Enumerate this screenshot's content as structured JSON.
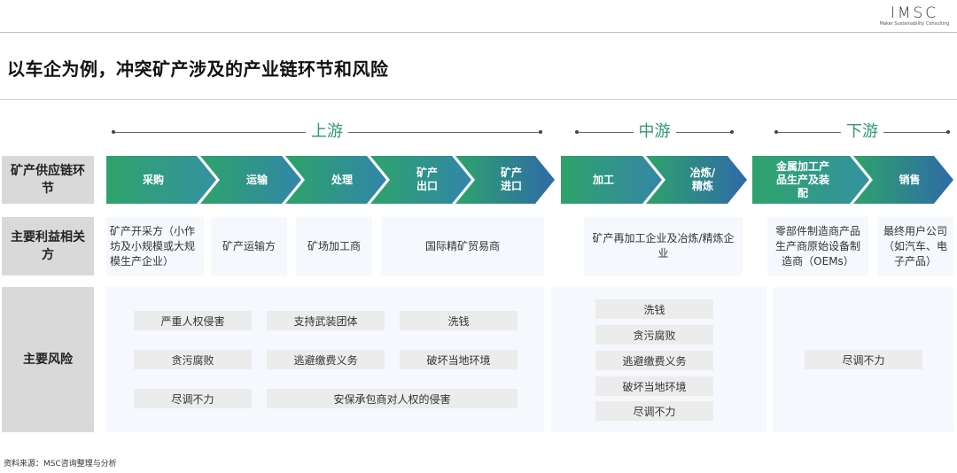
{
  "logo": {
    "mark": "IMSC",
    "subtitle": "Maker Sustainability Consulting"
  },
  "title": "以车企为例，冲突矿产涉及的产业链环节和风险",
  "stages": {
    "upstream": "上游",
    "midstream": "中游",
    "downstream": "下游"
  },
  "row_labels": {
    "chain": "矿产供应链环节",
    "stakeholders": "主要利益相关方",
    "risks": "主要风险"
  },
  "chain_steps": [
    "采购",
    "运输",
    "处理",
    "矿产\n出口",
    "矿产\n进口",
    "加工",
    "冶炼/\n精炼",
    "金属加工产\n品生产及装\n配",
    "销售"
  ],
  "stakeholders": [
    "矿产开采方（小作坊及小规模或大规模生产企业）",
    "矿产运输方",
    "矿场加工商",
    "国际精矿贸易商",
    "矿产再加工企业及冶炼/精炼企业",
    "零部件制造商产品生产商原始设备制造商（OEMs）",
    "最终用户公司（如汽车、电子产品）"
  ],
  "risks": {
    "upstream": [
      "严重人权侵害",
      "支持武装团体",
      "洗钱",
      "贪污腐败",
      "逃避缴费义务",
      "破坏当地环境",
      "尽调不力",
      "安保承包商对人权的侵害"
    ],
    "midstream": [
      "洗钱",
      "贪污腐败",
      "逃避缴费义务",
      "破坏当地环境",
      "尽调不力"
    ],
    "downstream": [
      "尽调不力"
    ]
  },
  "colors": {
    "chevron_start": "#2ea36b",
    "chevron_end": "#2f6aa8",
    "stage_label": "#2e9a6e"
  },
  "source": "资料来源：MSC咨询整理与分析"
}
